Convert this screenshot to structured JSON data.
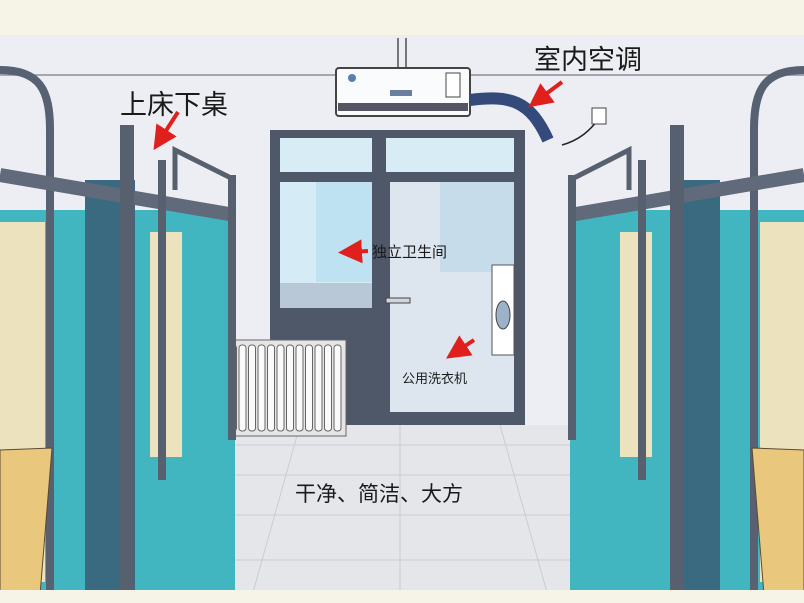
{
  "labels": {
    "bunk": "上床下桌",
    "ac": "室内空调",
    "bathroom": "独立卫生间",
    "washer": "公用洗衣机",
    "slogan": "干净、简洁、大方"
  },
  "colors": {
    "arrow": "#e0201c",
    "teal": "#3fb9c3",
    "wall": "#eceef3",
    "floor": "#e6e8ec"
  }
}
